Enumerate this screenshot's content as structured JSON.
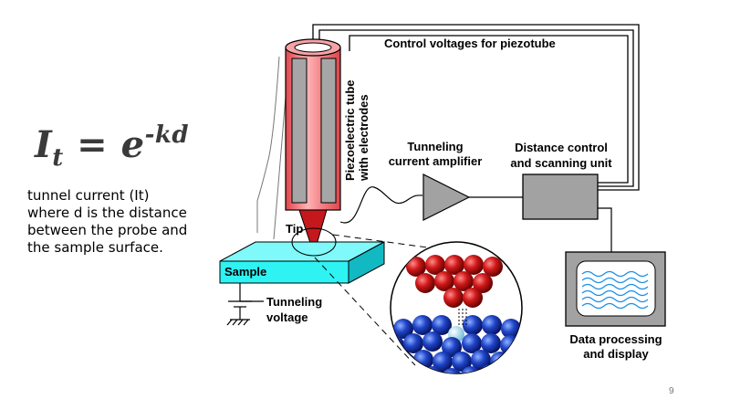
{
  "formula": {
    "base_left": "I",
    "subscript": "t",
    "equals": "=",
    "base_right": "e",
    "exponent": "-kd"
  },
  "caption": [
    "tunnel current (It)",
    "where d is the distance",
    "between the probe and",
    "the sample surface."
  ],
  "labels": {
    "control_voltages": "Control voltages for piezotube",
    "piezo_tube": [
      "Piezoelectric tube",
      "with electrodes"
    ],
    "amplifier": [
      "Tunneling",
      "current amplifier"
    ],
    "distance_control": [
      "Distance control",
      "and scanning unit"
    ],
    "tip": "Tip",
    "sample": "Sample",
    "tunneling_voltage": [
      "Tunneling",
      "voltage"
    ],
    "data_processing": [
      "Data processing",
      "and display"
    ]
  },
  "page_number": "9",
  "colors": {
    "tube": "#f4868a",
    "electrode": "#a6a6a6",
    "tip": "#c4181c",
    "sample": "#2ff2f2",
    "amplifier": "#a2a2a2",
    "control_unit": "#a2a2a2",
    "screen": "#ffffff",
    "tip_atoms": "#c01010",
    "sample_atoms": "#1a3ec8"
  }
}
